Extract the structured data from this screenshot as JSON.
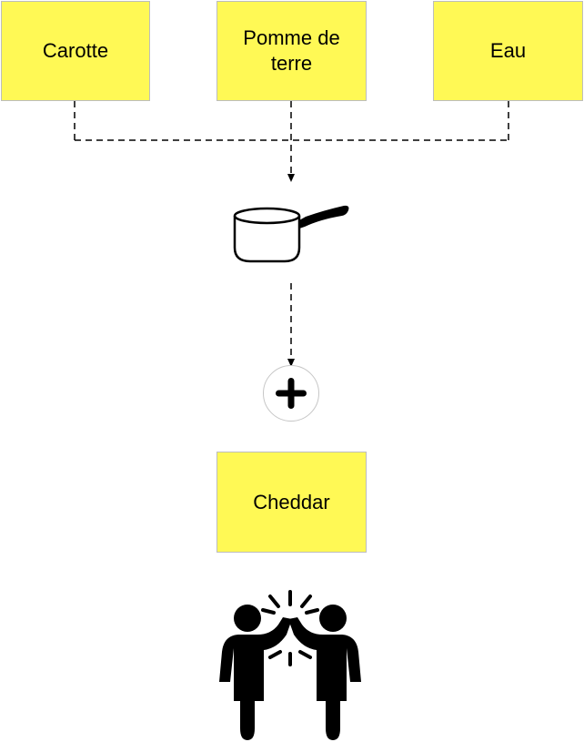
{
  "colors": {
    "note_fill": "#fff955",
    "note_border": "#bdbdbd",
    "connector": "#000000",
    "icon": "#000000"
  },
  "ingredients": [
    {
      "label": "Carotte"
    },
    {
      "label": "Pomme de terre"
    },
    {
      "label": "Eau"
    }
  ],
  "cooking_step": {
    "icon": "saucepan-icon"
  },
  "add_step": {
    "icon": "plus-circle-icon"
  },
  "extra_ingredient": {
    "label": "Cheddar"
  },
  "result": {
    "icon": "high-five-icon"
  }
}
